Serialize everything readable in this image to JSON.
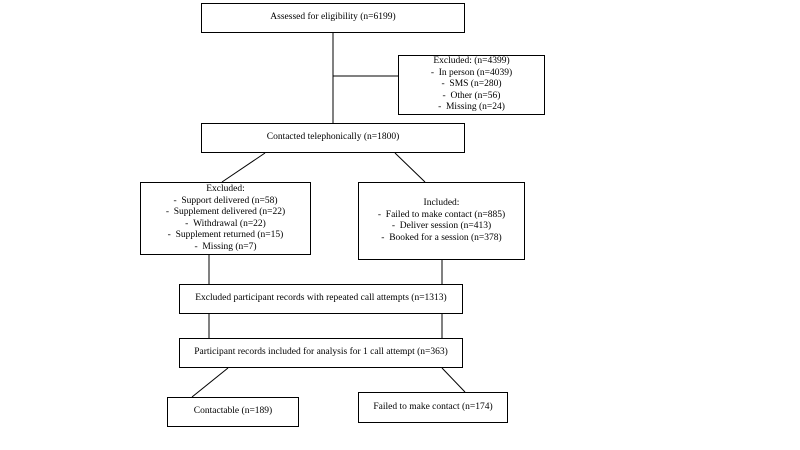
{
  "boxes": {
    "assessed": {
      "text": "Assessed for eligibility  (n=6199)"
    },
    "excluded_top": {
      "title": "Excluded:  (n=4399)",
      "items": [
        "In person  (n=4039)",
        "SMS  (n=280)",
        "Other  (n=56)",
        "Missing  (n=24)"
      ]
    },
    "contacted": {
      "text": "Contacted telephonically  (n=1800)"
    },
    "excluded_left": {
      "title": "Excluded:",
      "items": [
        "Support delivered  (n=58)",
        "Supplement delivered  (n=22)",
        "Withdrawal  (n=22)",
        "Supplement returned  (n=15)",
        "Missing  (n=7)"
      ]
    },
    "included_right": {
      "title": "Included:",
      "items": [
        "Failed to make contact  (n=885)",
        "Deliver  session  (n=413)",
        "Booked for a session  (n=378)"
      ]
    },
    "repeated": {
      "text": "Excluded  participant  records with repeated  call attempts  (n=1313)"
    },
    "analysis": {
      "text": "Participant records included for analysis  for 1 call attempt  (n=363)"
    },
    "contactable": {
      "text": "Contactable  (n=189)"
    },
    "failed": {
      "text": "Failed to make contact  (n=174)"
    }
  }
}
